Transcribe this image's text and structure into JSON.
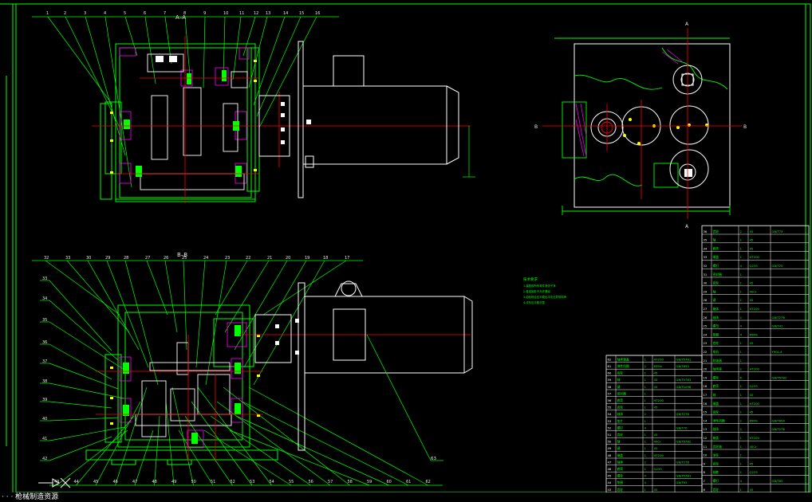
{
  "viewport": {
    "title": "",
    "status_text": "· · · 枪械制造资源"
  },
  "colors": {
    "background": "#000000",
    "outline": "#00ff00",
    "centerline": "#ff0000",
    "body": "#ffffff",
    "hatch": "#ff00ff",
    "text": "#ffffff",
    "part_yellow": "#ffff00",
    "dimension": "#00ffff"
  },
  "section_labels": {
    "aa": "A–A",
    "bb": "B–B",
    "a_top": "A",
    "a_bottom": "A",
    "b_left": "B",
    "b_right": "B"
  },
  "top_balloons": [
    "1",
    "2",
    "3",
    "4",
    "5",
    "6",
    "7",
    "8",
    "9",
    "10",
    "11",
    "12",
    "13",
    "14",
    "15",
    "16"
  ],
  "bottom_top_balloons": [
    "32",
    "33",
    "30",
    "29",
    "28",
    "27",
    "26",
    "25",
    "24",
    "23",
    "22",
    "21",
    "20",
    "19",
    "18",
    "17"
  ],
  "bottom_left_balloons": [
    "33",
    "34",
    "35",
    "36",
    "37",
    "38",
    "39",
    "40",
    "41",
    "42"
  ],
  "bottom_row_balloons": [
    "43",
    "44",
    "45",
    "46",
    "47",
    "48",
    "49",
    "50",
    "51",
    "52",
    "53",
    "54",
    "55",
    "56",
    "57",
    "58",
    "59",
    "60",
    "61",
    "62"
  ],
  "right_balloon": "63",
  "tech_notes": {
    "title": "技术要求",
    "lines": [
      "1.装配前所有零件清洗干净",
      "2.各连接处不允许漏油",
      "3.齿轮啮合应平稳无冲击无异常响声",
      "4.试车应平稳可靠"
    ]
  },
  "parts_table_right": [
    [
      "36",
      "齿轮",
      "2",
      "45",
      "GB/T75"
    ],
    [
      "35",
      "轴",
      "1",
      "45",
      ""
    ],
    [
      "34",
      "套筒",
      "1",
      "45",
      ""
    ],
    [
      "33",
      "端盖",
      "1",
      "HT200",
      ""
    ],
    [
      "32",
      "螺钉",
      "4",
      "Q235",
      "GB/T70"
    ],
    [
      "31",
      "密封圈",
      "1",
      "",
      ""
    ],
    [
      "30",
      "齿轮",
      "1",
      "45",
      ""
    ],
    [
      "29",
      "轴",
      "1",
      "40Cr",
      ""
    ],
    [
      "28",
      "键",
      "1",
      "45",
      ""
    ],
    [
      "27",
      "箱体",
      "1",
      "HT200",
      ""
    ],
    [
      "26",
      "轴承",
      "2",
      "",
      "GB/T276"
    ],
    [
      "25",
      "螺母",
      "4",
      "",
      "GB/T41"
    ],
    [
      "24",
      "垫圈",
      "4",
      "65Mn",
      ""
    ],
    [
      "23",
      "齿轮",
      "1",
      "45",
      ""
    ],
    [
      "22",
      "电机",
      "1",
      "",
      "Y90L-4"
    ],
    [
      "21",
      "联轴器",
      "1",
      "",
      ""
    ],
    [
      "20",
      "轴承座",
      "2",
      "HT200",
      ""
    ],
    [
      "19",
      "螺栓",
      "6",
      "",
      "GB/T5782"
    ],
    [
      "18",
      "套筒",
      "1",
      "Q235",
      ""
    ],
    [
      "17",
      "轴",
      "1",
      "45",
      ""
    ],
    [
      "16",
      "端盖",
      "1",
      "HT200",
      ""
    ],
    [
      "15",
      "齿轮",
      "1",
      "45",
      ""
    ],
    [
      "14",
      "弹性挡圈",
      "2",
      "65Mn",
      "GB/T894"
    ],
    [
      "13",
      "轴承",
      "2",
      "",
      "GB/T276"
    ],
    [
      "12",
      "箱盖",
      "1",
      "HT200",
      ""
    ],
    [
      "11",
      "齿轮轴",
      "1",
      "40Cr",
      ""
    ],
    [
      "10",
      "油标",
      "1",
      "",
      ""
    ],
    [
      "9",
      "齿轮",
      "1",
      "45",
      ""
    ],
    [
      "8",
      "轴套",
      "1",
      "Q235",
      ""
    ],
    [
      "7",
      "螺钉",
      "4",
      "",
      "GB/T65"
    ],
    [
      "6",
      "齿轮",
      "1",
      "45",
      ""
    ]
  ],
  "parts_table_left": [
    [
      "62",
      "轴承端盖",
      "1",
      "HT200",
      "GB/T5781"
    ],
    [
      "61",
      "弹性挡圈",
      "2",
      "65Mn",
      "GB/T894"
    ],
    [
      "60",
      "齿轮",
      "1",
      "45",
      ""
    ],
    [
      "59",
      "轴",
      "1",
      "45",
      "GB/T5783"
    ],
    [
      "58",
      "键",
      "1",
      "45",
      "GB/T1096"
    ],
    [
      "57",
      "密封圈",
      "1",
      "",
      ""
    ],
    [
      "56",
      "套筒",
      "1",
      "HT200",
      ""
    ],
    [
      "55",
      "齿轮",
      "1",
      "45",
      ""
    ],
    [
      "54",
      "轴承",
      "2",
      "",
      "GB/T276"
    ],
    [
      "53",
      "垫片",
      "1",
      "",
      ""
    ],
    [
      "52",
      "螺钉",
      "4",
      "",
      "GB/T70"
    ],
    [
      "51",
      "齿轮",
      "1",
      "45",
      ""
    ],
    [
      "50",
      "轴",
      "1",
      "40Cr",
      "GB/T5782"
    ],
    [
      "49",
      "键",
      "1",
      "45",
      ""
    ],
    [
      "48",
      "端盖",
      "1",
      "HT200",
      ""
    ],
    [
      "47",
      "轴承",
      "2",
      "",
      "GB/T276"
    ],
    [
      "46",
      "套筒",
      "1",
      "Q235",
      ""
    ],
    [
      "45",
      "螺栓",
      "4",
      "",
      "GB/T5781"
    ],
    [
      "44",
      "垫圈",
      "4",
      "",
      "GB/T93"
    ],
    [
      "43",
      "齿轮",
      "1",
      "45",
      ""
    ]
  ]
}
